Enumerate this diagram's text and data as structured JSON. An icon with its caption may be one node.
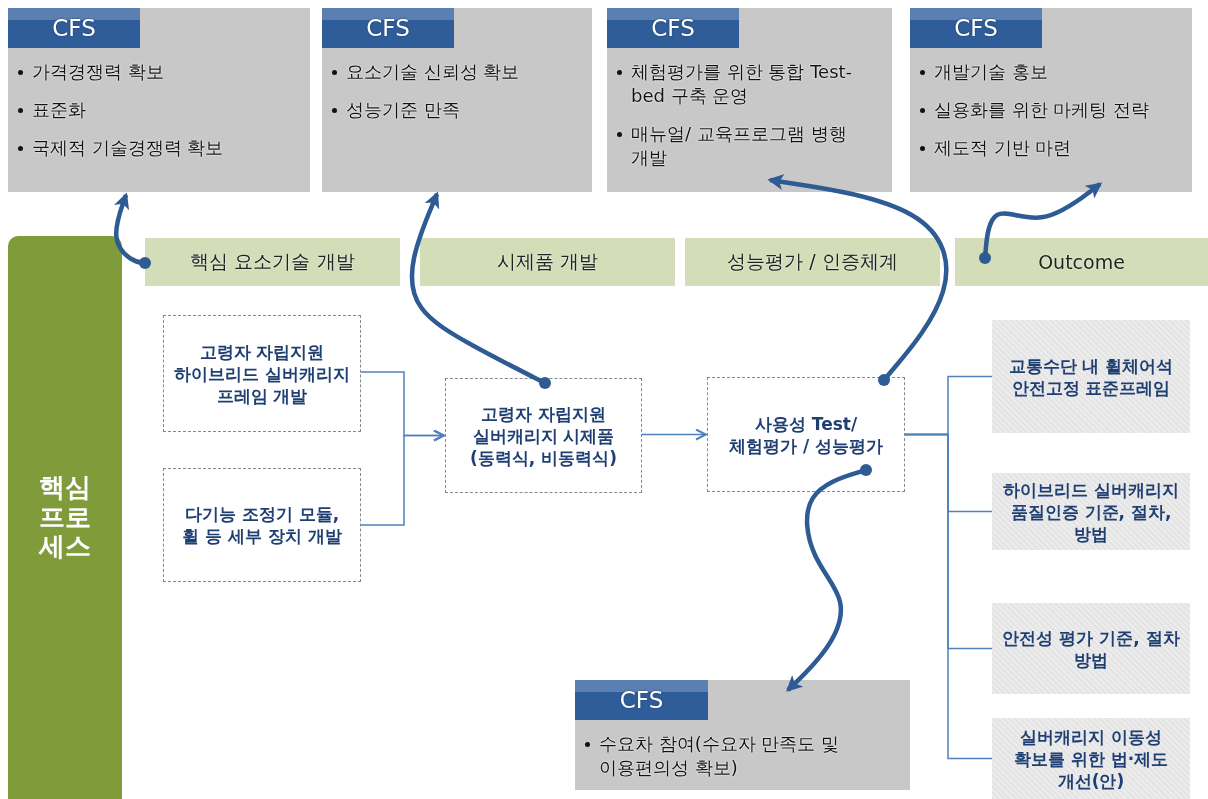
{
  "diagram": {
    "nodes": [
      {
        "text": [
          "CFS",
          "가격경쟁력 확보",
          "표준화",
          "국제적 기술경쟁력 확보"
        ]
      },
      {
        "text": [
          "CFS",
          "요소기술 신뢰성 확보",
          "성능기준 만족"
        ]
      },
      {
        "text": [
          "CFS",
          "체험평가를 위한 통합 Test-bed 구축 운영",
          "매뉴얼/ 교육프로그램 병행 개발"
        ]
      },
      {
        "text": [
          "CFS",
          "개발기술 홍보",
          "실용화를 위한 마케팅 전략",
          "제도적 기반 마련"
        ]
      },
      {
        "text": [
          "핵심 프로세스"
        ]
      },
      {
        "text": [
          "핵심 요소기술 개발"
        ]
      },
      {
        "text": [
          "시제품 개발"
        ]
      },
      {
        "text": [
          "성능평가 / 인증체계"
        ]
      },
      {
        "text": [
          "Outcome"
        ]
      },
      {
        "text": [
          "고령자 자립지원 하이브리드 실버캐리지 프레임 개발"
        ]
      },
      {
        "text": [
          "다기능 조정기 모듈, 휠 등 세부 장치 개발"
        ]
      },
      {
        "text": [
          "고령자 자립지원 실버캐리지 시제품 (동력식, 비동력식)"
        ]
      },
      {
        "text": [
          "사용성 Test/ 체험평가 / 성능평가"
        ]
      },
      {
        "text": [
          "교통수단 내 휠체어석 안전고정 표준프레임"
        ]
      },
      {
        "text": [
          "하이브리드 실버캐리지 품질인증 기준, 절차, 방법"
        ]
      },
      {
        "text": [
          "안전성 평가 기준, 절차 방법"
        ]
      },
      {
        "text": [
          "실버캐리지 이동성 확보를 위한 법·제도 개선(안)"
        ]
      },
      {
        "text": [
          "CFS",
          "수요차 참여(수요자 만족도 및 이용편의성 확보)"
        ]
      }
    ],
    "edges": [
      {
        "from": 5,
        "to": 0,
        "arrow": "to",
        "style": "thick",
        "color": "#2e5b93"
      },
      {
        "from": 11,
        "to": 1,
        "arrow": "to",
        "style": "thick",
        "color": "#2e5b93"
      },
      {
        "from": 12,
        "to": 2,
        "arrow": "to",
        "style": "thick",
        "color": "#2e5b93"
      },
      {
        "from": 8,
        "to": 3,
        "arrow": "to",
        "style": "thick",
        "color": "#2e5b93"
      },
      {
        "from": 9,
        "to": 11,
        "arrow": "to"
      },
      {
        "from": 10,
        "to": 11,
        "arrow": "to"
      },
      {
        "from": 11,
        "to": 12,
        "arrow": "to"
      },
      {
        "from": 12,
        "to": 13,
        "arrow": "none"
      },
      {
        "from": 12,
        "to": 14,
        "arrow": "none"
      },
      {
        "from": 12,
        "to": 15,
        "arrow": "none"
      },
      {
        "from": 12,
        "to": 16,
        "arrow": "none"
      },
      {
        "from": 12,
        "to": 17,
        "arrow": "to",
        "style": "thick",
        "color": "#2e5b93"
      }
    ]
  }
}
